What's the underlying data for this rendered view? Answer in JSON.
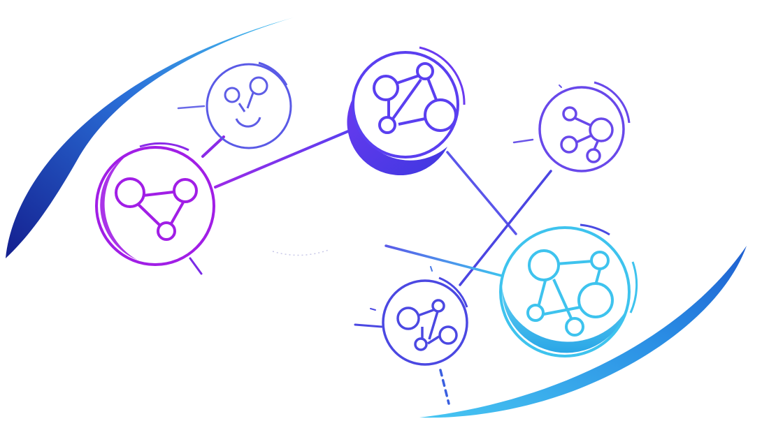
{
  "colors": {
    "swoosh_dark": "#1b2aa0",
    "swoosh_mid": "#2f7ee0",
    "swoosh_light": "#49c7f2",
    "purple": "#a11ee6",
    "violet": "#6a3cf0",
    "indigo": "#4b3fe0",
    "blue_violet": "#5a4be8",
    "cyan": "#3ec3ee",
    "sky": "#2fb4ea",
    "background": "#ffffff"
  },
  "nodes": [
    {
      "id": "purple-node",
      "icon": "network-triangle-icon",
      "color": "#a11ee6",
      "highlight": "crescent"
    },
    {
      "id": "top-left-node",
      "icon": "network-loose-icon",
      "color": "#5e5de6",
      "highlight": "none"
    },
    {
      "id": "central-node",
      "icon": "network-diamond-icon",
      "color": "#5a3ff0",
      "highlight": "filled-crescent"
    },
    {
      "id": "right-node",
      "icon": "network-cluster-icon",
      "color": "#6848ea",
      "highlight": "none"
    },
    {
      "id": "cyan-node",
      "icon": "network-quad-icon",
      "color": "#3ec3ee",
      "highlight": "filled-crescent"
    },
    {
      "id": "bottom-node",
      "icon": "network-small-icon",
      "color": "#4b48e2",
      "highlight": "none"
    }
  ],
  "connections": [
    {
      "from": "purple-node",
      "to": "central-node"
    },
    {
      "from": "purple-node",
      "to": "top-left-node"
    },
    {
      "from": "central-node",
      "to": "cyan-node"
    },
    {
      "from": "right-node",
      "to": "bottom-node"
    },
    {
      "from": "cyan-node",
      "to": "top-left-node"
    }
  ]
}
